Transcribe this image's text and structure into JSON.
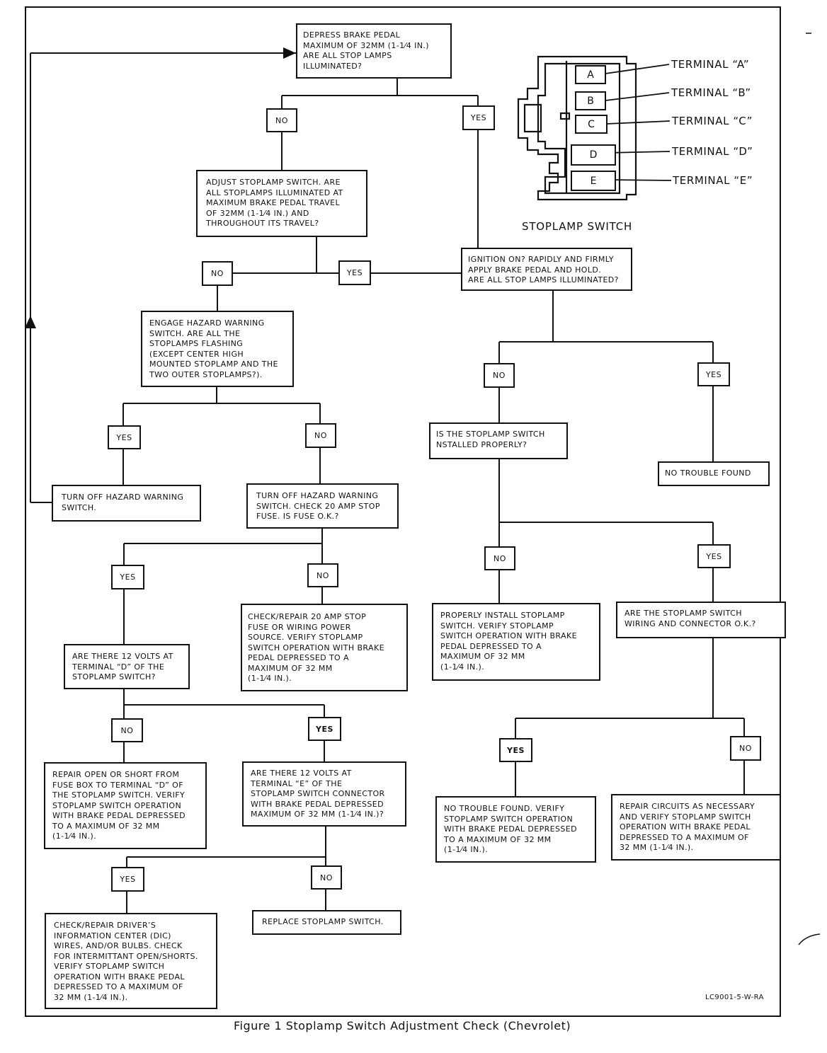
{
  "figure_caption": "Figure 1 Stoplamp Switch Adjustment Check (Chevrolet)",
  "reference_code": "LC9001-5-W-RA",
  "switch_diagram": {
    "title": "STOPLAMP SWITCH",
    "terminals": [
      {
        "letter": "A",
        "label": "TERMINAL “A”"
      },
      {
        "letter": "B",
        "label": "TERMINAL “B”"
      },
      {
        "letter": "C",
        "label": "TERMINAL “C”"
      },
      {
        "letter": "D",
        "label": "TERMINAL “D”"
      },
      {
        "letter": "E",
        "label": "TERMINAL “E”"
      }
    ]
  },
  "boxes": {
    "depress": "DEPRESS BRAKE PEDAL\nMAXIMUM OF 32MM (1-1⁄4 IN.)\nARE ALL STOP LAMPS\nILLUMINATED?",
    "adjust": "ADJUST STOPLAMP SWITCH. ARE\nALL STOPLAMPS ILLUMINATED AT\nMAXIMUM BRAKE PEDAL TRAVEL\nOF 32MM (1-1⁄4 IN.) AND\nTHROUGHOUT ITS TRAVEL?",
    "ignition": "IGNITION ON? RAPIDLY AND FIRMLY\nAPPLY BRAKE PEDAL AND HOLD.\nARE ALL STOP LAMPS ILLUMINATED?",
    "hazard": "ENGAGE HAZARD WARNING\nSWITCH. ARE ALL THE\nSTOPLAMPS FLASHING\n(EXCEPT CENTER HIGH\nMOUNTED STOPLAMP AND THE\nTWO OUTER STOPLAMPS?).",
    "installed": "IS THE STOPLAMP SWITCH\nNSTALLED PROPERLY?",
    "no_trouble": "NO TROUBLE FOUND",
    "turn_off": "TURN OFF HAZARD WARNING\nSWITCH.",
    "fuse_check": "TURN OFF HAZARD WARNING\nSWITCH. CHECK 20 AMP STOP\nFUSE. IS FUSE O.K.?",
    "repair_fuse": "CHECK/REPAIR 20 AMP STOP\nFUSE OR WIRING POWER\nSOURCE. VERIFY STOPLAMP\nSWITCH OPERATION WITH BRAKE\nPEDAL DEPRESSED TO A\nMAXIMUM OF 32 MM\n(1-1⁄4 IN.).",
    "install_switch": "PROPERLY INSTALL STOPLAMP\nSWITCH. VERIFY STOPLAMP\nSWITCH OPERATION WITH BRAKE\nPEDAL DEPRESSED TO A\nMAXIMUM OF 32 MM\n(1-1⁄4 IN.).",
    "wiring_ok": "ARE THE STOPLAMP SWITCH\nWIRING AND CONNECTOR O.K.?",
    "volts_d": "ARE THERE 12 VOLTS AT\nTERMINAL “D” OF THE\nSTOPLAMP SWITCH?",
    "repair_open": "REPAIR OPEN OR SHORT FROM\nFUSE BOX TO TERMINAL “D” OF\nTHE STOPLAMP SWITCH. VERIFY\nSTOPLAMP SWITCH OPERATION\nWITH BRAKE PEDAL DEPRESSED\nTO A MAXIMUM OF 32 MM\n(1-1⁄4 IN.).",
    "volts_e": "ARE THERE 12 VOLTS AT\nTERMINAL “E” OF THE\nSTOPLAMP SWITCH CONNECTOR\nWITH BRAKE PEDAL DEPRESSED\nMAXIMUM OF 32 MM (1-1⁄4 IN.)?",
    "no_trouble_verify": "NO TROUBLE FOUND. VERIFY\nSTOPLAMP SWITCH OPERATION\nWITH BRAKE PEDAL DEPRESSED\nTO A MAXIMUM OF 32 MM\n(1-1⁄4 IN.).",
    "repair_circuits": "REPAIR CIRCUITS AS NECESSARY\nAND VERIFY STOPLAMP SWITCH\nOPERATION WITH BRAKE PEDAL\nDEPRESSED TO A MAXIMUM OF\n32 MM (1-1⁄4 IN.).",
    "check_dic": "CHECK/REPAIR DRIVER’S\nINFORMATION CENTER (DIC)\nWIRES, AND/OR BULBS. CHECK\nFOR INTERMITTANT OPEN/SHORTS.\nVERIFY STOPLAMP SWITCH\nOPERATION WITH BRAKE PEDAL\nDEPRESSED TO A MAXIMUM OF\n32 MM (1-1⁄4 IN.).",
    "replace": "REPLACE STOPLAMP SWITCH."
  },
  "tags": {
    "yes": "YES",
    "no": "NO"
  }
}
